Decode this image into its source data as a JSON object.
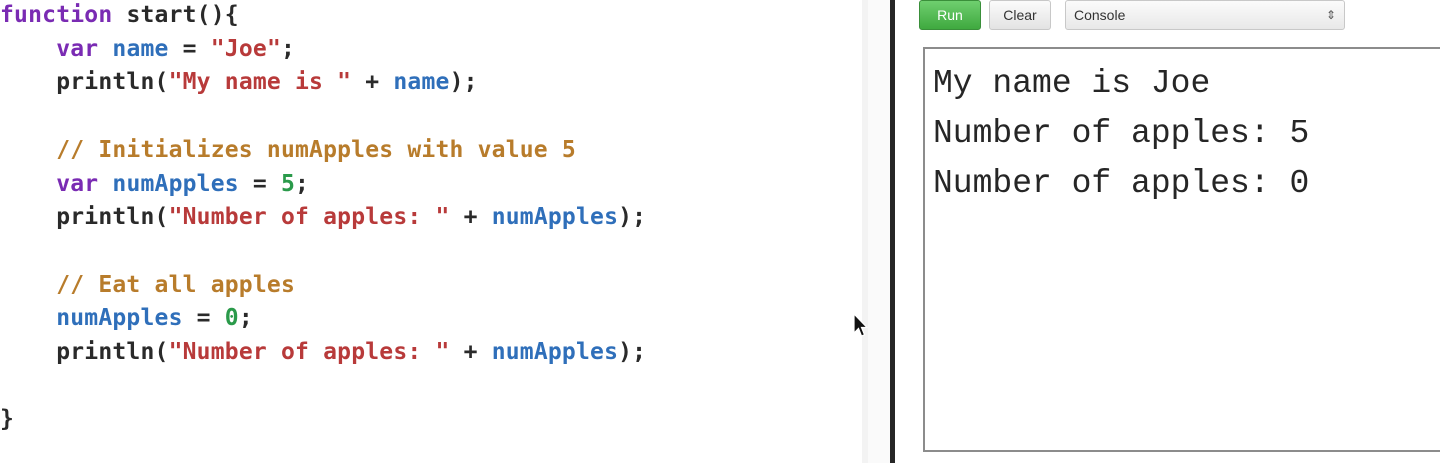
{
  "editor": {
    "lines": [
      [
        {
          "t": "function ",
          "c": "kw"
        },
        {
          "t": "start(){",
          "c": "plain"
        }
      ],
      [
        {
          "t": "    var ",
          "c": "kw"
        },
        {
          "t": "name",
          "c": "var"
        },
        {
          "t": " = ",
          "c": "plain"
        },
        {
          "t": "\"Joe\"",
          "c": "str"
        },
        {
          "t": ";",
          "c": "plain"
        }
      ],
      [
        {
          "t": "    println(",
          "c": "plain"
        },
        {
          "t": "\"My name is \"",
          "c": "str"
        },
        {
          "t": " + ",
          "c": "plain"
        },
        {
          "t": "name",
          "c": "var"
        },
        {
          "t": ");",
          "c": "plain"
        }
      ],
      [],
      [
        {
          "t": "    // Initializes numApples with value 5",
          "c": "cmt"
        }
      ],
      [
        {
          "t": "    var ",
          "c": "kw"
        },
        {
          "t": "numApples",
          "c": "var"
        },
        {
          "t": " = ",
          "c": "plain"
        },
        {
          "t": "5",
          "c": "num"
        },
        {
          "t": ";",
          "c": "plain"
        }
      ],
      [
        {
          "t": "    println(",
          "c": "plain"
        },
        {
          "t": "\"Number of apples: \"",
          "c": "str"
        },
        {
          "t": " + ",
          "c": "plain"
        },
        {
          "t": "numApples",
          "c": "var"
        },
        {
          "t": ");",
          "c": "plain"
        }
      ],
      [],
      [
        {
          "t": "    // Eat all apples",
          "c": "cmt"
        }
      ],
      [
        {
          "t": "    numApples",
          "c": "var"
        },
        {
          "t": " = ",
          "c": "plain"
        },
        {
          "t": "0",
          "c": "num"
        },
        {
          "t": ";",
          "c": "plain"
        }
      ],
      [
        {
          "t": "    println(",
          "c": "plain"
        },
        {
          "t": "\"Number of apples: \"",
          "c": "str"
        },
        {
          "t": " + ",
          "c": "plain"
        },
        {
          "t": "numApples",
          "c": "var"
        },
        {
          "t": ");",
          "c": "plain"
        }
      ],
      [],
      [
        {
          "t": "}",
          "c": "plain"
        }
      ]
    ]
  },
  "toolbar": {
    "run_label": "Run",
    "clear_label": "Clear",
    "output_select_value": "Console"
  },
  "console": {
    "lines": [
      "My name is Joe",
      "Number of apples: 5",
      "Number of apples: 0"
    ]
  },
  "colors": {
    "keyword": "#7a2bb3",
    "string": "#b83a3a",
    "variable": "#2f6fba",
    "number": "#2a9a4a",
    "comment": "#b87c2b",
    "run_button": "#4cb24c"
  },
  "icons": {
    "select_arrow": "updown-arrows-icon",
    "cursor": "mouse-pointer-icon"
  }
}
